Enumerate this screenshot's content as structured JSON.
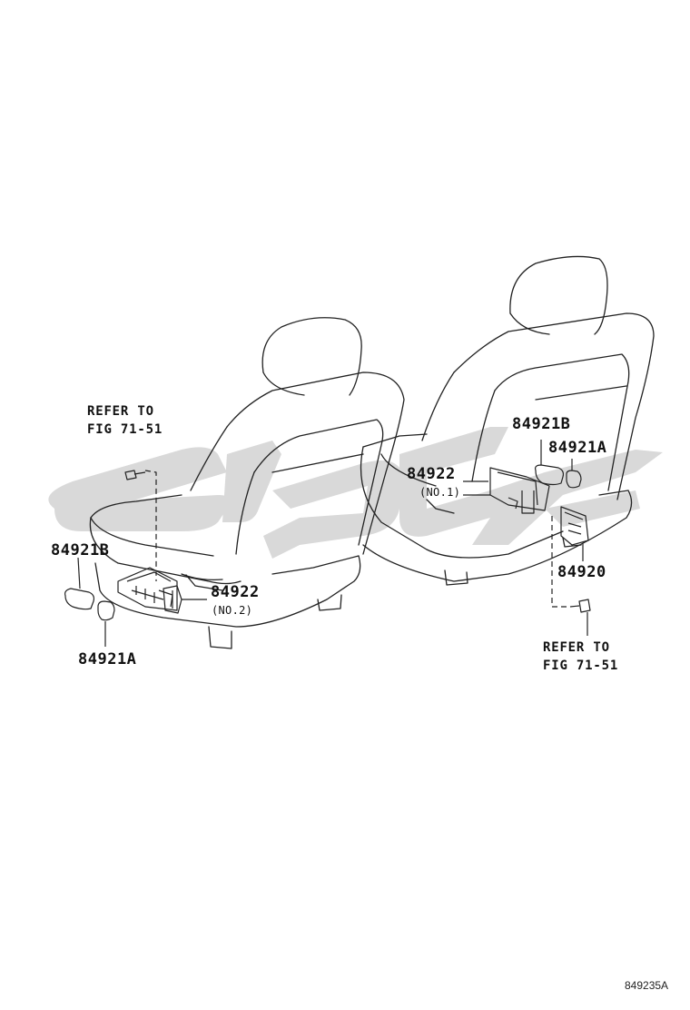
{
  "labels": {
    "refer_left_line1": "REFER TO",
    "refer_left_line2": "FIG 71-51",
    "refer_right_line1": "REFER TO",
    "refer_right_line2": "FIG 71-51",
    "left_84921B": "84921B",
    "left_84921A": "84921A",
    "left_84922": "84922",
    "left_84922_sub": "(NO.2)",
    "right_84921B": "84921B",
    "right_84921A": "84921A",
    "right_84922": "84922",
    "right_84922_sub": "(NO.1)",
    "right_84920": "84920"
  },
  "figure_code": "849235A",
  "colors": {
    "line": "#222222",
    "watermark": "#d9d9d9"
  }
}
